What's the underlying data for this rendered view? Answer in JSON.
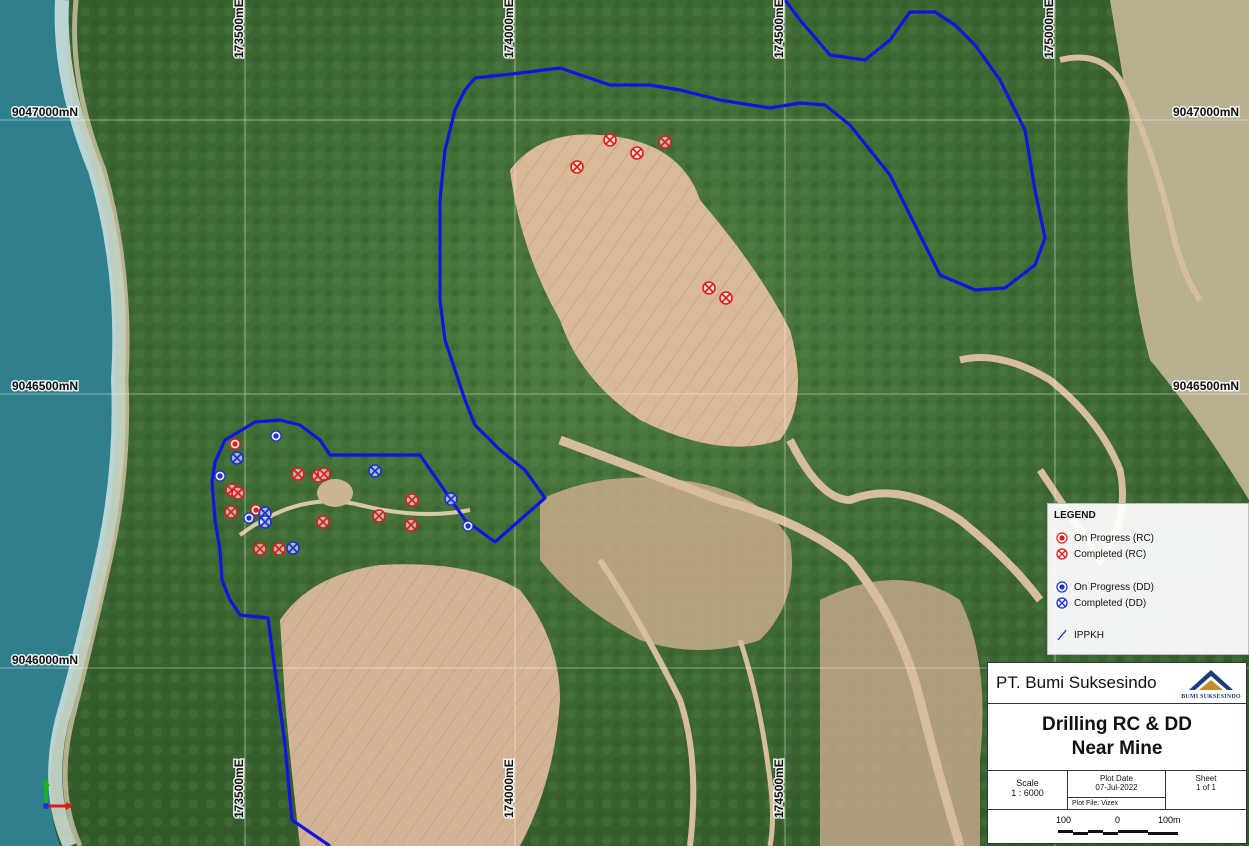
{
  "grid": {
    "easting": [
      "173500mE",
      "174000mE",
      "174500mE",
      "175000mE"
    ],
    "northing": [
      "9047000mN",
      "9046500mN",
      "9046000mN"
    ]
  },
  "legend": {
    "title": "LEGEND",
    "items": [
      {
        "label": "On Progress (RC)",
        "symbol": "dot",
        "color": "#e01b1b"
      },
      {
        "label": "Completed (RC)",
        "symbol": "crossed-circle",
        "color": "#e01b1b"
      },
      {
        "label": "On Progress (DD)",
        "symbol": "dot",
        "color": "#1b2fd6"
      },
      {
        "label": "Completed (DD)",
        "symbol": "crossed-circle",
        "color": "#1b2fd6"
      },
      {
        "label": "IPPKH",
        "symbol": "line",
        "color": "#1b1bd6"
      }
    ]
  },
  "title_block": {
    "company": "PT. Bumi Suksesindo",
    "logo_text": "BUMI SUKSESINDO",
    "title_line1": "Drilling RC & DD",
    "title_line2": "Near Mine",
    "scale_label": "Scale",
    "scale_value": "1 : 6000",
    "plot_date_label": "Plot Date",
    "plot_date_value": "07-Jul-2022",
    "sheet_label": "Sheet",
    "sheet_value": "1 of 1",
    "plot_file": "Plot File: Vizex",
    "scalebar": [
      "100",
      "0",
      "100m"
    ]
  },
  "colors": {
    "boundary": "#1414e0",
    "rc": "#e01b1b",
    "dd": "#1b2fd6",
    "forest": "#3f6b33",
    "pit": "#d8b896",
    "sea": "#2e7d8c"
  }
}
